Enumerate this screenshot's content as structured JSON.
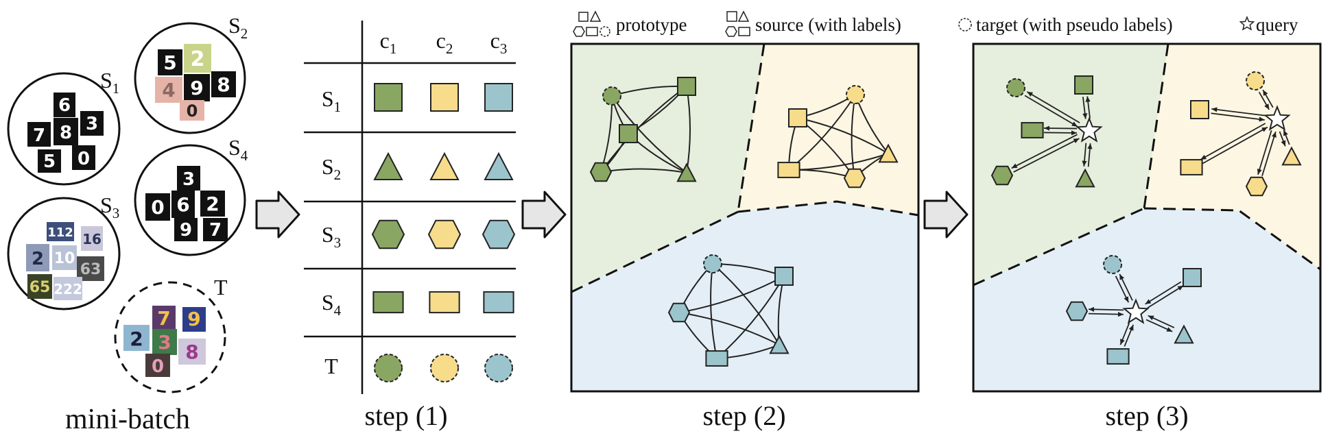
{
  "colors": {
    "green": "#8aa663",
    "yellow": "#f7dc8c",
    "blue": "#9cc4cc",
    "region_green": "#e6eedd",
    "region_yellow": "#fcf6e3",
    "region_blue": "#e4eef6"
  },
  "minibatch": {
    "caption": "mini-batch",
    "domains": [
      {
        "label": "S",
        "sub": "1",
        "digits": [
          "6",
          "7",
          "8",
          "3",
          "5",
          "0"
        ]
      },
      {
        "label": "S",
        "sub": "2",
        "digits": [
          "5",
          "2",
          "4",
          "9",
          "8",
          "0"
        ]
      },
      {
        "label": "S",
        "sub": "3",
        "digits": [
          "112",
          "16",
          "2",
          "10",
          "63",
          "65",
          "222"
        ]
      },
      {
        "label": "S",
        "sub": "4",
        "digits": [
          "3",
          "0",
          "6",
          "2",
          "9",
          "7"
        ]
      },
      {
        "label": "T",
        "sub": "",
        "digits": [
          "7",
          "9",
          "2",
          "3",
          "8",
          "0"
        ]
      }
    ]
  },
  "step1": {
    "caption": "step (1)",
    "classes": [
      {
        "label": "c",
        "sub": "1",
        "color": "green"
      },
      {
        "label": "c",
        "sub": "2",
        "color": "yellow"
      },
      {
        "label": "c",
        "sub": "3",
        "color": "blue"
      }
    ],
    "rows": [
      {
        "label": "S",
        "sub": "1",
        "shape": "square"
      },
      {
        "label": "S",
        "sub": "2",
        "shape": "triangle"
      },
      {
        "label": "S",
        "sub": "3",
        "shape": "hexagon"
      },
      {
        "label": "S",
        "sub": "4",
        "shape": "square"
      },
      {
        "label": "T",
        "sub": "",
        "shape": "circle"
      }
    ]
  },
  "legend": {
    "prototype": "prototype",
    "source": "source (with labels)",
    "target": "target (with pseudo labels)",
    "query": "query"
  },
  "step2": {
    "caption": "step (2)"
  },
  "step3": {
    "caption": "step (3)"
  }
}
